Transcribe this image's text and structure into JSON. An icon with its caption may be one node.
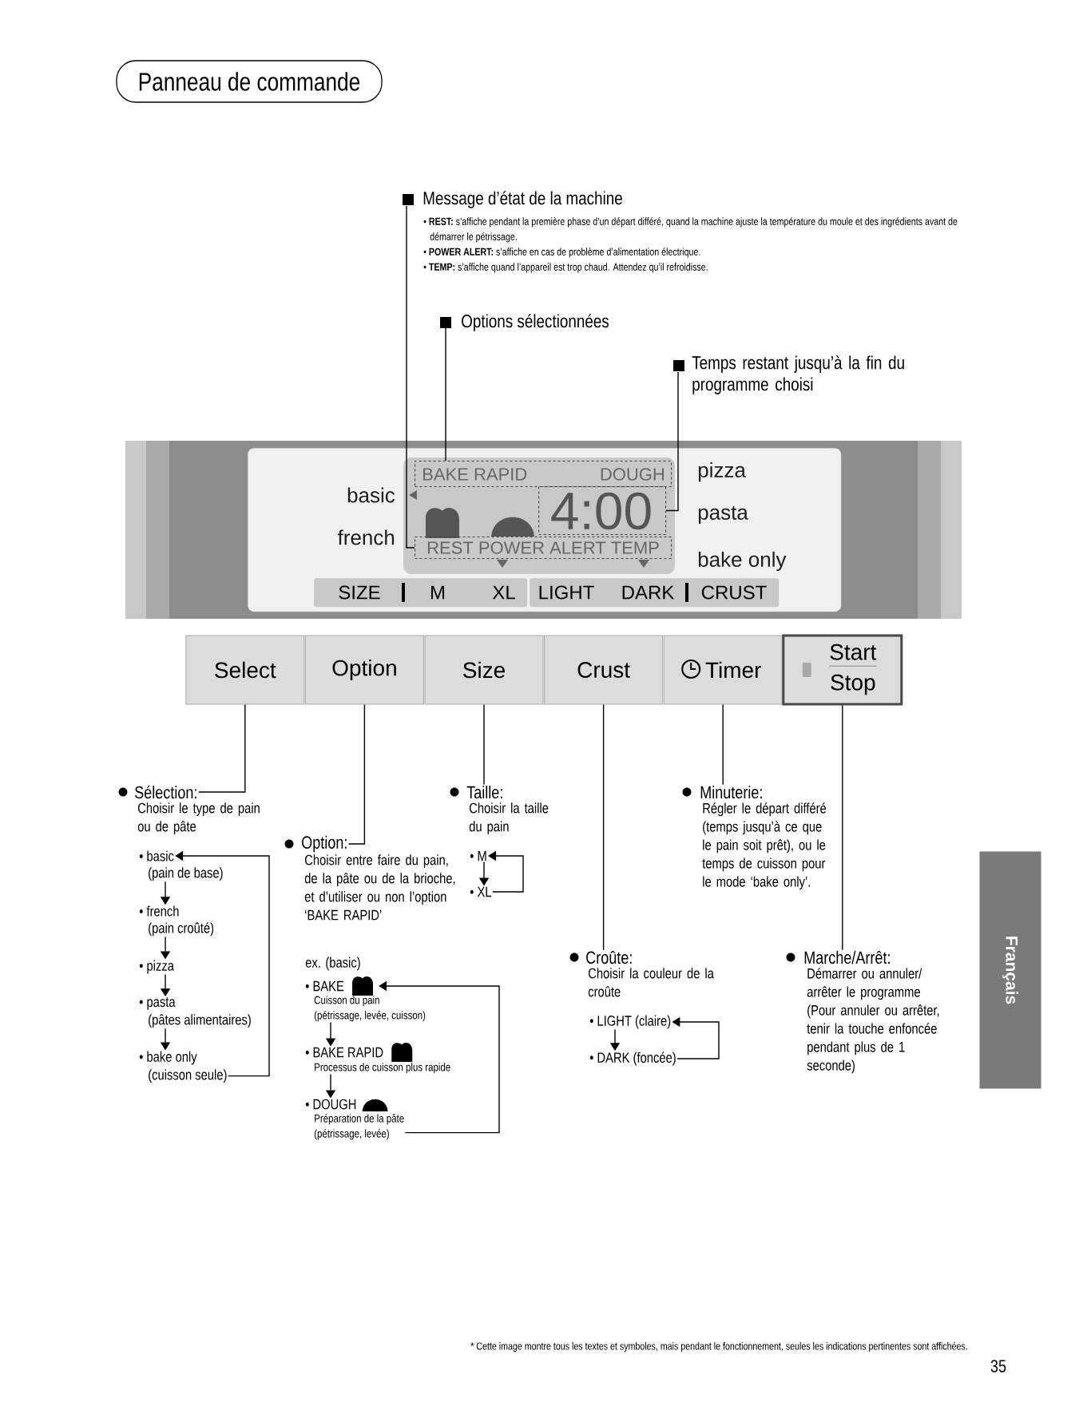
{
  "diagram": {
    "nodes": [
      {
        "text": [
          "Panneau de commande"
        ]
      },
      {
        "text": [
          "Message d’état de la machine",
          "• **REST:** s’affiche pendant la première phase d’un départ différé, quand la machine ajuste la température du moule et des ingrédients avant de démarrer le pétrissage.",
          "• **POWER ALERT:** s’affiche en cas de problème d’alimentation électrique.",
          "• **TEMP:** s’affiche quand l’appareil est trop chaud. Attendez qu’il refroidisse."
        ]
      },
      {
        "text": [
          "Options sélectionnées"
        ]
      },
      {
        "text": [
          "Temps restant jusqu’à la fin du programme choisi"
        ]
      },
      {
        "text": [
          "basic",
          "french",
          "pizza",
          "pasta",
          "bake only"
        ]
      },
      {
        "text": [
          "BAKE RAPID",
          "DOUGH"
        ],
        "in": 4
      },
      {
        "text": [
          "4:00"
        ],
        "in": 4
      },
      {
        "text": [
          "REST POWER ALERT TEMP"
        ],
        "in": 4
      },
      {
        "text": [
          "SIZE",
          "M",
          "XL"
        ],
        "in": 4
      },
      {
        "text": [
          "LIGHT",
          "DARK",
          "CRUST"
        ],
        "in": 4
      },
      {
        "text": [
          "Select"
        ]
      },
      {
        "text": [
          "Option"
        ]
      },
      {
        "text": [
          "Size"
        ]
      },
      {
        "text": [
          "Crust"
        ]
      },
      {
        "text": [
          "Timer"
        ]
      },
      {
        "text": [
          "Start",
          "Stop"
        ]
      },
      {
        "text": [
          "Sélection:",
          "Choisir le type de pain ou de pâte"
        ]
      },
      {
        "text": [
          "• basic",
          "(pain de base)"
        ]
      },
      {
        "text": [
          "• french",
          "(pain croûté)"
        ]
      },
      {
        "text": [
          "• pizza"
        ]
      },
      {
        "text": [
          "• pasta",
          "(pâtes alimentaires)"
        ]
      },
      {
        "text": [
          "• bake only",
          "(cuisson seule)"
        ]
      },
      {
        "text": [
          "Option:",
          "Choisir entre faire du pain, de la pâte ou de la brioche, et d’utiliser ou non l’option ‘BAKE RAPID’",
          "ex. (basic)"
        ]
      },
      {
        "text": [
          "• BAKE",
          "Cuisson du pain",
          "(pétrissage, levée, cuisson)"
        ]
      },
      {
        "text": [
          "• BAKE RAPID",
          "Processus de cuisson plus rapide"
        ]
      },
      {
        "text": [
          "• DOUGH",
          "Préparation de la pâte",
          "(pétrissage, levée)"
        ]
      },
      {
        "text": [
          "Taille:",
          "Choisir la taille du pain"
        ]
      },
      {
        "text": [
          "• M"
        ]
      },
      {
        "text": [
          "• XL"
        ]
      },
      {
        "text": [
          "Croûte:",
          "Choisir la couleur de la croûte"
        ]
      },
      {
        "text": [
          "• LIGHT (claire)"
        ]
      },
      {
        "text": [
          "• DARK (foncée)"
        ]
      },
      {
        "text": [
          "Minuterie:",
          "Régler le départ différé (temps jusqu’à ce que le pain soit prêt), ou le temps de cuisson pour le mode ‘bake only’."
        ]
      },
      {
        "text": [
          "Marche/Arrêt:",
          "Démarrer ou annuler/ arrêter le programme (Pour annuler ou arrêter, tenir la touche enfoncée pendant plus de 1 seconde)"
        ]
      },
      {
        "text": [
          "Français"
        ]
      }
    ],
    "edges": [
      {
        "from": 1,
        "to": 7,
        "arrow": "none"
      },
      {
        "from": 2,
        "to": 5,
        "arrow": "none"
      },
      {
        "from": 3,
        "to": 6,
        "arrow": "none"
      },
      {
        "from": 10,
        "to": 16,
        "arrow": "none"
      },
      {
        "from": 11,
        "to": 22,
        "arrow": "none"
      },
      {
        "from": 12,
        "to": 26,
        "arrow": "none"
      },
      {
        "from": 13,
        "to": 29,
        "arrow": "none"
      },
      {
        "from": 14,
        "to": 32,
        "arrow": "none"
      },
      {
        "from": 15,
        "to": 33,
        "arrow": "none"
      },
      {
        "from": 17,
        "to": 18,
        "arrow": "to"
      },
      {
        "from": 18,
        "to": 19,
        "arrow": "to"
      },
      {
        "from": 19,
        "to": 20,
        "arrow": "to"
      },
      {
        "from": 20,
        "to": 21,
        "arrow": "to"
      },
      {
        "from": 21,
        "to": 17,
        "arrow": "to"
      },
      {
        "from": 23,
        "to": 24,
        "arrow": "to"
      },
      {
        "from": 24,
        "to": 25,
        "arrow": "to"
      },
      {
        "from": 25,
        "to": 23,
        "arrow": "to"
      },
      {
        "from": 27,
        "to": 28,
        "arrow": "to"
      },
      {
        "from": 28,
        "to": 27,
        "arrow": "to"
      },
      {
        "from": 30,
        "to": 31,
        "arrow": "to"
      },
      {
        "from": 31,
        "to": 30,
        "arrow": "to"
      }
    ],
    "labels": [
      "* Cette image montre tous les textes et symboles, mais pendant le fonctionnement, seules les indications pertinentes sont affichées.",
      "35"
    ]
  }
}
